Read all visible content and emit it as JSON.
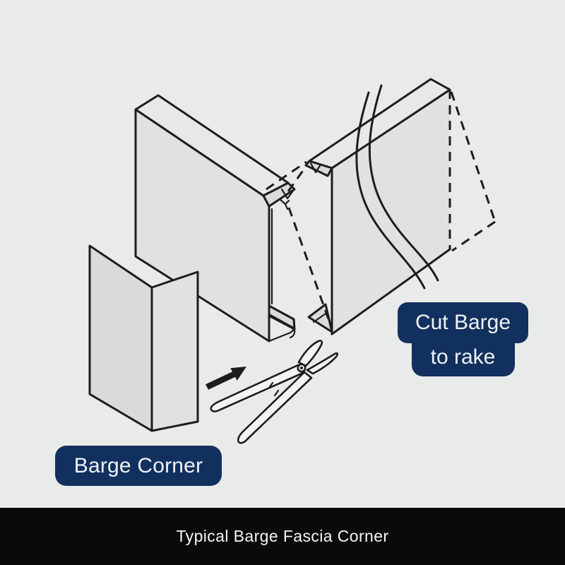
{
  "colors": {
    "background": "#e9eaea",
    "line": "#1d1d1f",
    "face_front": "#dfe1e3",
    "face_top": "#e7e8e9",
    "face_side": "#d8dadc",
    "tool_fill": "#f2f3f4",
    "label_bg": "#12305e",
    "label_text": "#eef2f8",
    "footer_bg": "#0a0a0a",
    "footer_text": "#f4f4f4"
  },
  "callouts": {
    "cut_barge_line1": "Cut Barge",
    "cut_barge_line2": "to rake",
    "barge_corner": "Barge Corner"
  },
  "footer": {
    "caption": "Typical Barge Fascia Corner"
  }
}
